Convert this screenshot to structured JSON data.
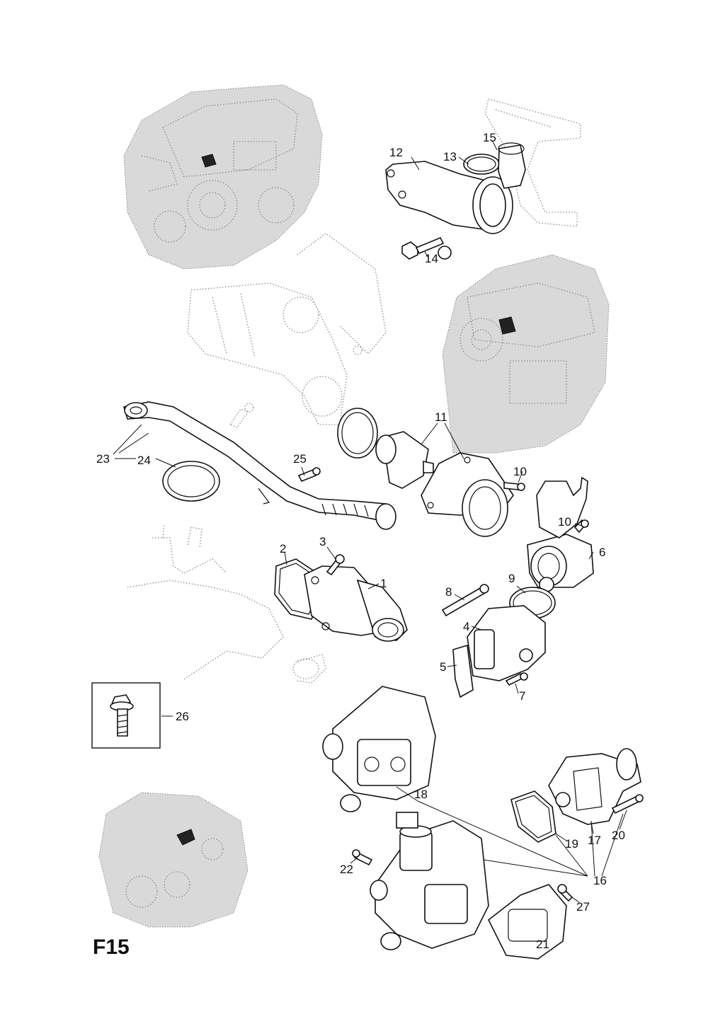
{
  "sheet": {
    "code": "F15"
  },
  "callouts": {
    "c1": "1",
    "c2": "2",
    "c3": "3",
    "c4": "4",
    "c5": "5",
    "c6": "6",
    "c7": "7",
    "c8": "8",
    "c9": "9",
    "c10a": "10",
    "c10b": "10",
    "c11": "11",
    "c12": "12",
    "c13": "13",
    "c14": "14",
    "c15": "15",
    "c16": "16",
    "c17": "17",
    "c18": "18",
    "c19": "19",
    "c20": "20",
    "c21": "21",
    "c22": "22",
    "c23": "23",
    "c24": "24",
    "c25": "25",
    "c26": "26",
    "c27": "27"
  }
}
